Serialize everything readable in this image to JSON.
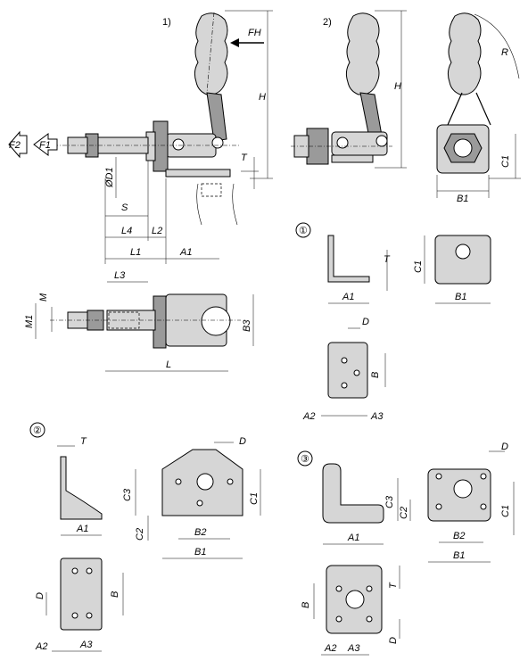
{
  "views": {
    "v1": "1)",
    "v2": "2)"
  },
  "variants": {
    "c1": "①",
    "c2": "②",
    "c3": "③"
  },
  "labels": {
    "FH": "FH",
    "F1": "F1",
    "F2": "F2",
    "H": "H",
    "T": "T",
    "D1": "ØD1",
    "S": "S",
    "L1": "L1",
    "L2": "L2",
    "L3": "L3",
    "L4": "L4",
    "L": "L",
    "A1": "A1",
    "A2": "A2",
    "A3": "A3",
    "B": "B",
    "B1": "B1",
    "B2": "B2",
    "B3": "B3",
    "C1": "C1",
    "C2": "C2",
    "C3": "C3",
    "D": "D",
    "M": "M",
    "M1": "M1",
    "R": "R"
  }
}
